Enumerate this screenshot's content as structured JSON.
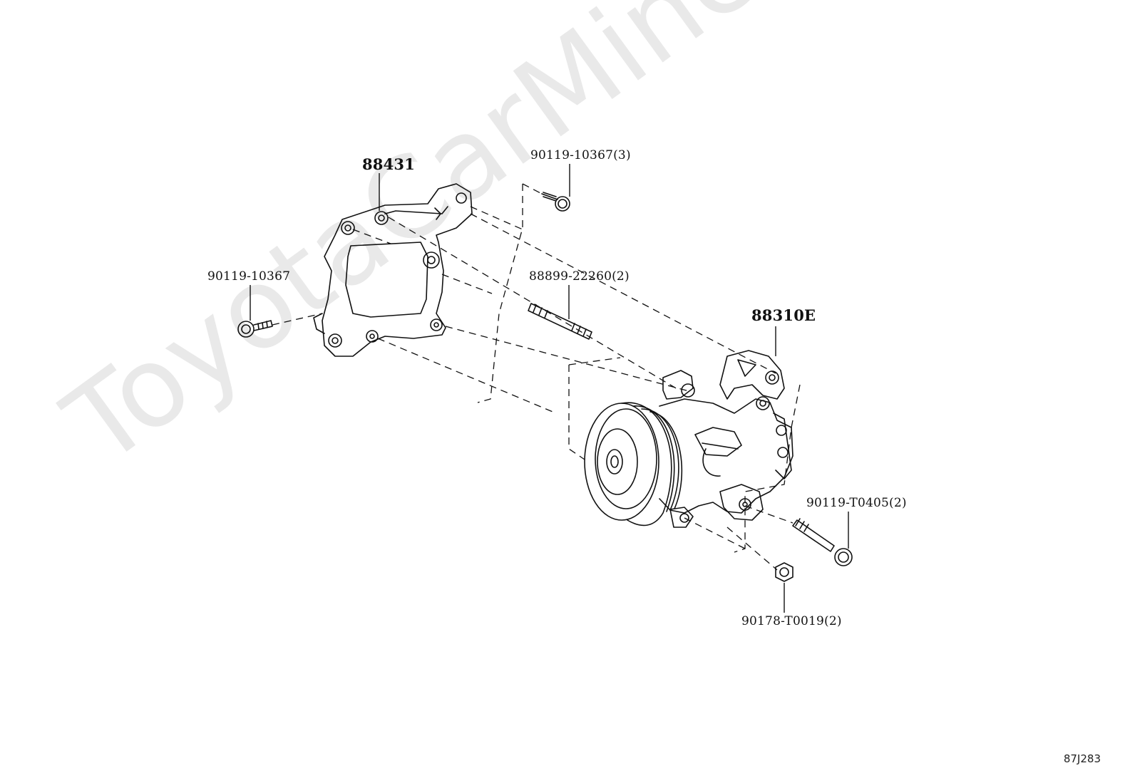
{
  "watermark": "ToyotaCarMine.ru",
  "diagram_code": "87J283",
  "parts": {
    "bracket": "88431",
    "compressor": "88310E",
    "bolt_top": "90119-10367(3)",
    "bolt_left": "90119-10367",
    "stud": "88899-22260(2)",
    "bolt_right": "90119-T0405(2)",
    "nut": "90178-T0019(2)"
  }
}
